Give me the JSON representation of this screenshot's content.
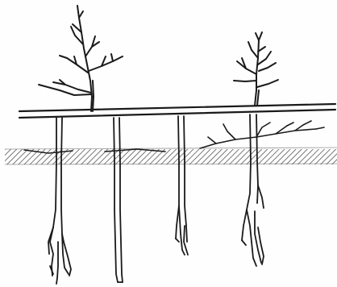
{
  "figure": {
    "ink_color": "#1a1a1a",
    "paper_color": "#fefefe",
    "hatch_color": "#3a3a3a",
    "elements": {
      "trees": [
        "bare-tree",
        "bare-tree"
      ],
      "ground_line": "horizontal-bar",
      "hatched_band": "diagonal-hatch",
      "root_trunks": 4,
      "lateral_branch": "branching-twig"
    }
  }
}
